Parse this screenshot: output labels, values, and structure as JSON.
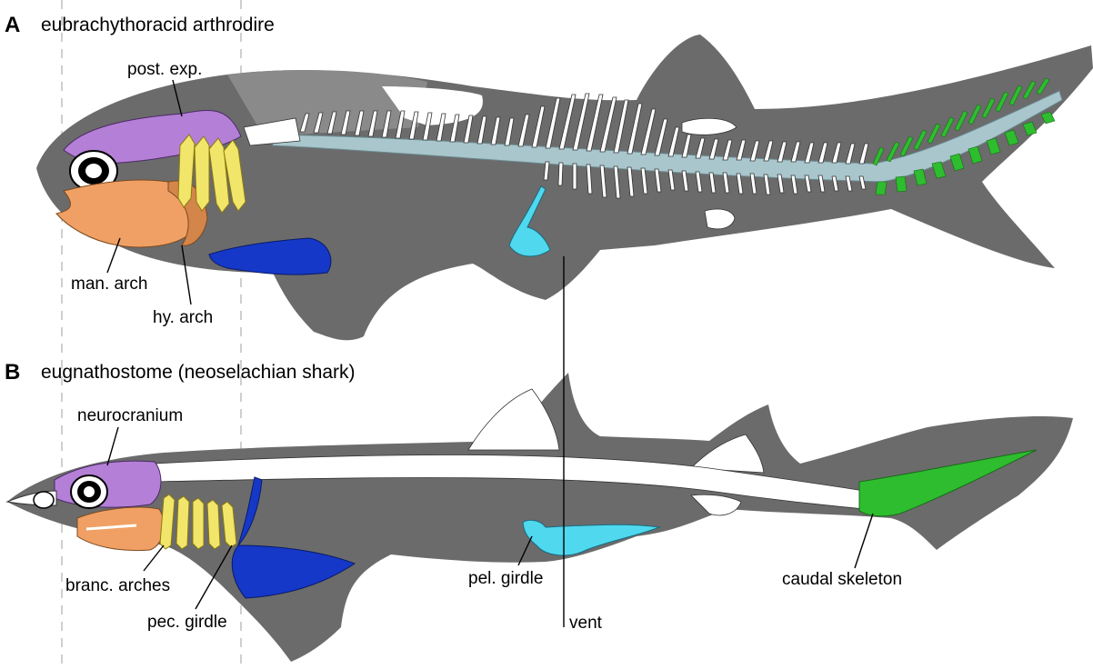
{
  "panels": [
    {
      "letter": "A",
      "title": "eubrachythoracid arthrodire"
    },
    {
      "letter": "B",
      "title": "eugnathostome (neoselachian shark)"
    }
  ],
  "labels": {
    "post_exp": "post. exp.",
    "man_arch": "man. arch",
    "hy_arch": "hy. arch",
    "neurocranium": "neurocranium",
    "branc_arches": "branc. arches",
    "pec_girdle": "pec. girdle",
    "pel_girdle": "pel. girdle",
    "vent": "vent",
    "caudal_skeleton": "caudal skeleton"
  },
  "colors": {
    "body": "#6b6b6b",
    "neurocranium": "#b47fd6",
    "mandibular_arch": "#f0a064",
    "branchial_arches": "#f2e66a",
    "pectoral_girdle": "#1538c8",
    "pelvic_girdle": "#4fd8ee",
    "caudal": "#2ebd2e",
    "notochord": "#a9c6cc"
  }
}
